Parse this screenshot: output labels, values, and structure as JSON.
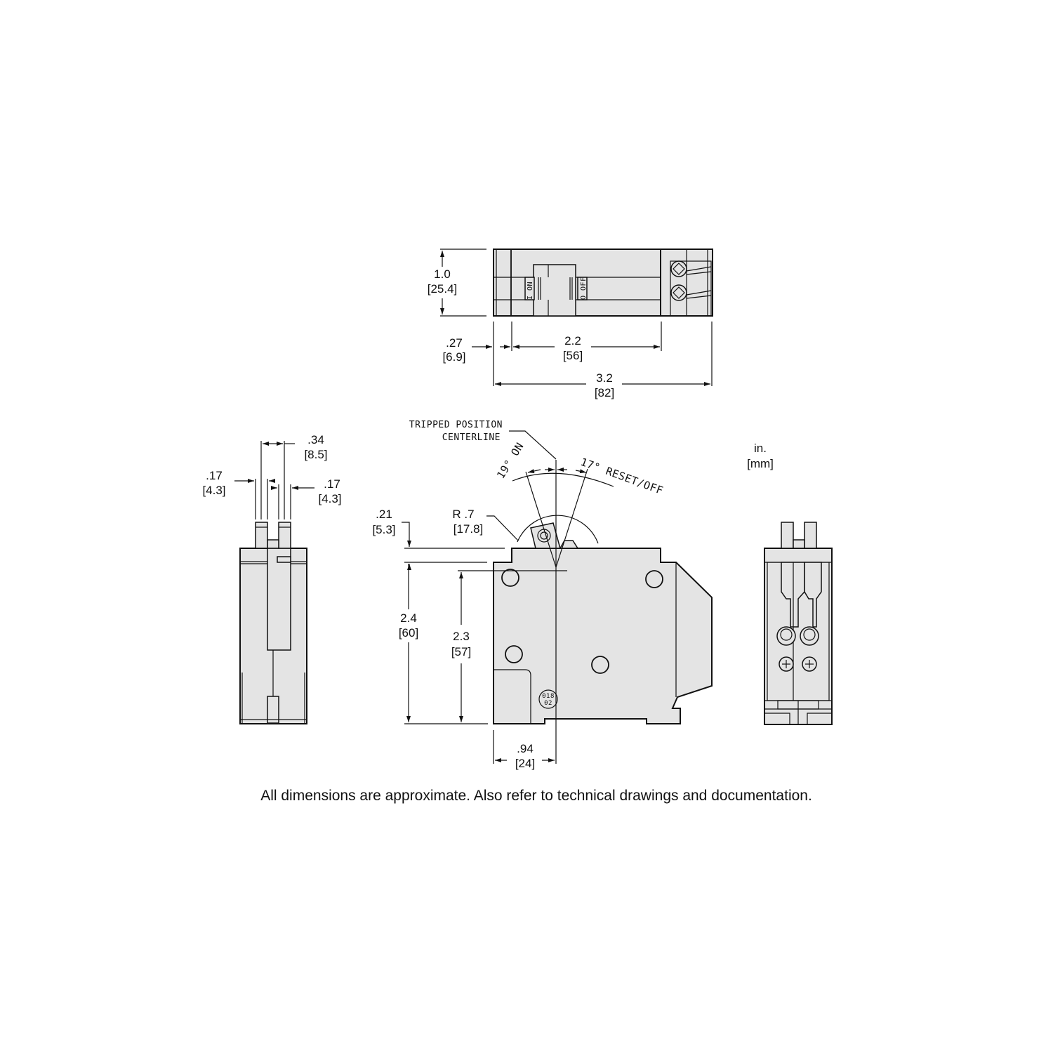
{
  "drawing": {
    "title": "Circuit breaker dimensional drawing",
    "units_legend": {
      "primary": "in.",
      "secondary": "[mm]"
    },
    "colors": {
      "body_fill": "#e4e4e4",
      "line": "#111111",
      "background": "#ffffff"
    },
    "top_view": {
      "height": {
        "in": "1.0",
        "mm": "[25.4]"
      },
      "offset": {
        "in": ".27",
        "mm": "[6.9]"
      },
      "handle_span": {
        "in": "2.2",
        "mm": "[56]"
      },
      "overall_length": {
        "in": "3.2",
        "mm": "[82]"
      },
      "handle_labels": {
        "on": "I ON",
        "off": "O OFF"
      }
    },
    "end_view_left": {
      "handle_pitch": {
        "in": ".34",
        "mm": "[8.5]"
      },
      "handle_width_left": {
        "in": ".17",
        "mm": "[4.3]"
      },
      "handle_width_right": {
        "in": ".17",
        "mm": "[4.3]"
      }
    },
    "side_view": {
      "annotation_line1": "TRIPPED POSITION",
      "annotation_line2": "CENTERLINE",
      "angle_on": "19° ON",
      "angle_reset": "17° RESET/OFF",
      "radius": {
        "in": "R .7",
        "mm": "[17.8]"
      },
      "handle_rise": {
        "in": ".21",
        "mm": "[5.3]"
      },
      "overall_height": {
        "in": "2.4",
        "mm": "[60]"
      },
      "body_height": {
        "in": "2.3",
        "mm": "[57]"
      },
      "handle_offset": {
        "in": ".94",
        "mm": "[24]"
      },
      "stamp_line1": "018",
      "stamp_line2": "02"
    },
    "footnote": "All dimensions are approximate.  Also refer to technical drawings and documentation."
  }
}
